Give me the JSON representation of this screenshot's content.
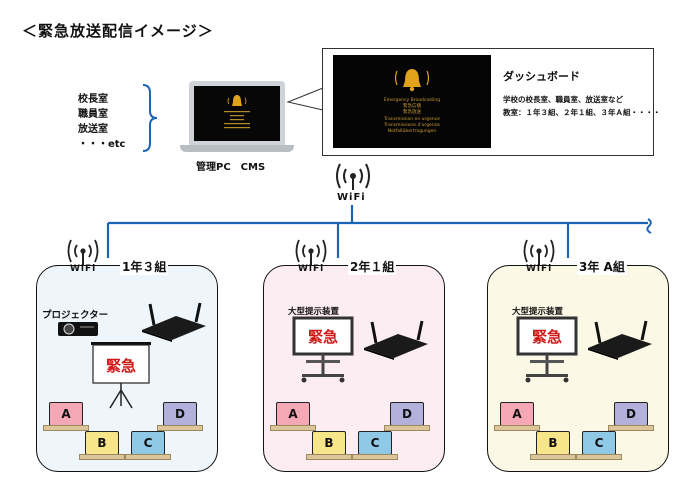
{
  "title": "＜緊急放送配信イメージ＞",
  "sources": [
    "校長室",
    "職員室",
    "放送室",
    "・・・etc"
  ],
  "laptop_label": "管理PC　CMS",
  "dashboard": {
    "title": "ダッシュボード",
    "line1": "学校の校長室、職員室、放送室など",
    "line2": "教室：１年３組、２年１組、３年Ａ組・・・・",
    "screen_text": [
      "Emergency Broadcasting",
      "緊急広播",
      "緊急放送",
      "Transmission en urgence",
      "Transmissione d'urgenza",
      "Notfallübertragungen"
    ]
  },
  "wifi_label": "WiFi",
  "rooms": [
    {
      "label": "1年３組",
      "device_label": "プロジェクター",
      "emergency": "緊急",
      "pcs": [
        "A",
        "B",
        "C",
        "D"
      ],
      "bg": "#eef6fc"
    },
    {
      "label": "2年１組",
      "device_label": "大型提示装置",
      "emergency": "緊急",
      "pcs": [
        "A",
        "B",
        "C",
        "D"
      ],
      "bg": "#fcedf3"
    },
    {
      "label": "3年 A組",
      "device_label": "大型提示装置",
      "emergency": "緊急",
      "pcs": [
        "A",
        "B",
        "C",
        "D"
      ],
      "bg": "#fbf9e6"
    }
  ],
  "colors": {
    "network_line": "#1c64b5",
    "emergency": "#d01818",
    "bell": "#e3a21c"
  }
}
